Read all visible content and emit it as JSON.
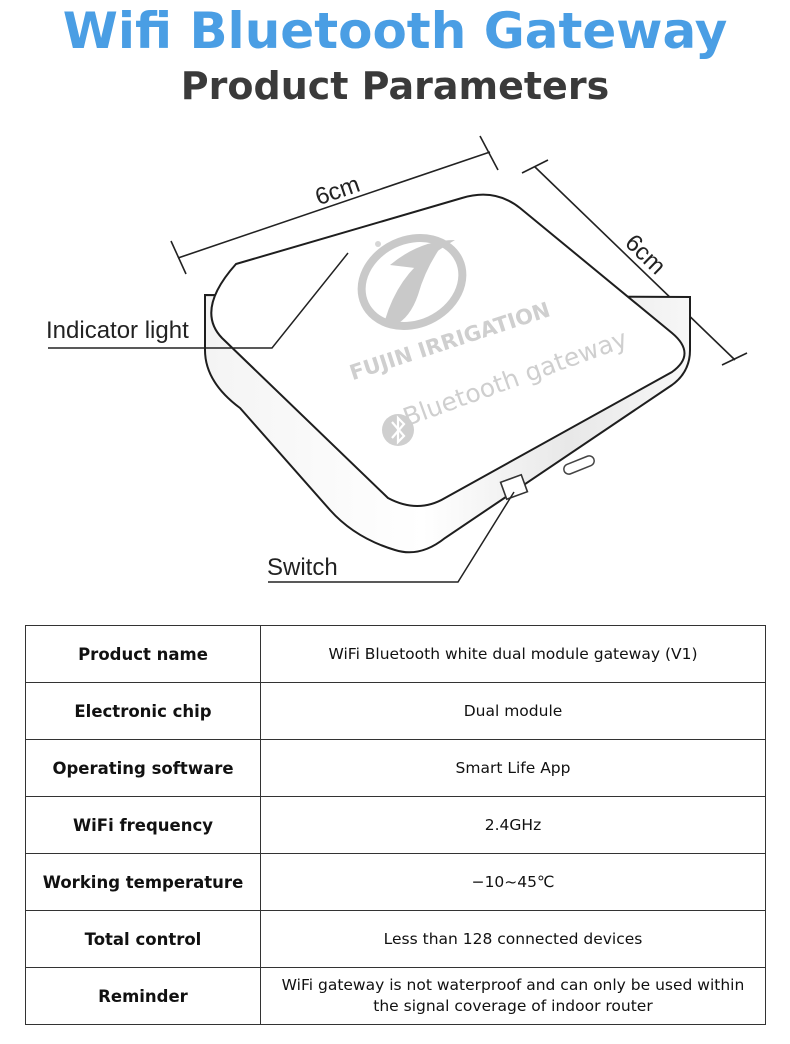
{
  "header": {
    "title": "Wifi Bluetooth Gateway",
    "subtitle": "Product Parameters"
  },
  "diagram": {
    "width_label": "6cm",
    "depth_label": "6cm",
    "indicator_label": "Indicator light",
    "switch_label": "Switch",
    "brand_text": "FUJIN IRRIGATION",
    "product_text": "Bluetooth gateway"
  },
  "specs": [
    {
      "name": "Product name",
      "value": "WiFi Bluetooth white dual module gateway (V1)"
    },
    {
      "name": "Electronic chip",
      "value": "Dual module"
    },
    {
      "name": "Operating software",
      "value": "Smart Life App"
    },
    {
      "name": "WiFi frequency",
      "value": "2.4GHz"
    },
    {
      "name": "Working temperature",
      "value": "−10~45℃"
    },
    {
      "name": "Total control",
      "value": "Less than 128 connected devices"
    },
    {
      "name": "Reminder",
      "value": "WiFi gateway is not waterproof and can only be used within the signal coverage of indoor router"
    }
  ]
}
